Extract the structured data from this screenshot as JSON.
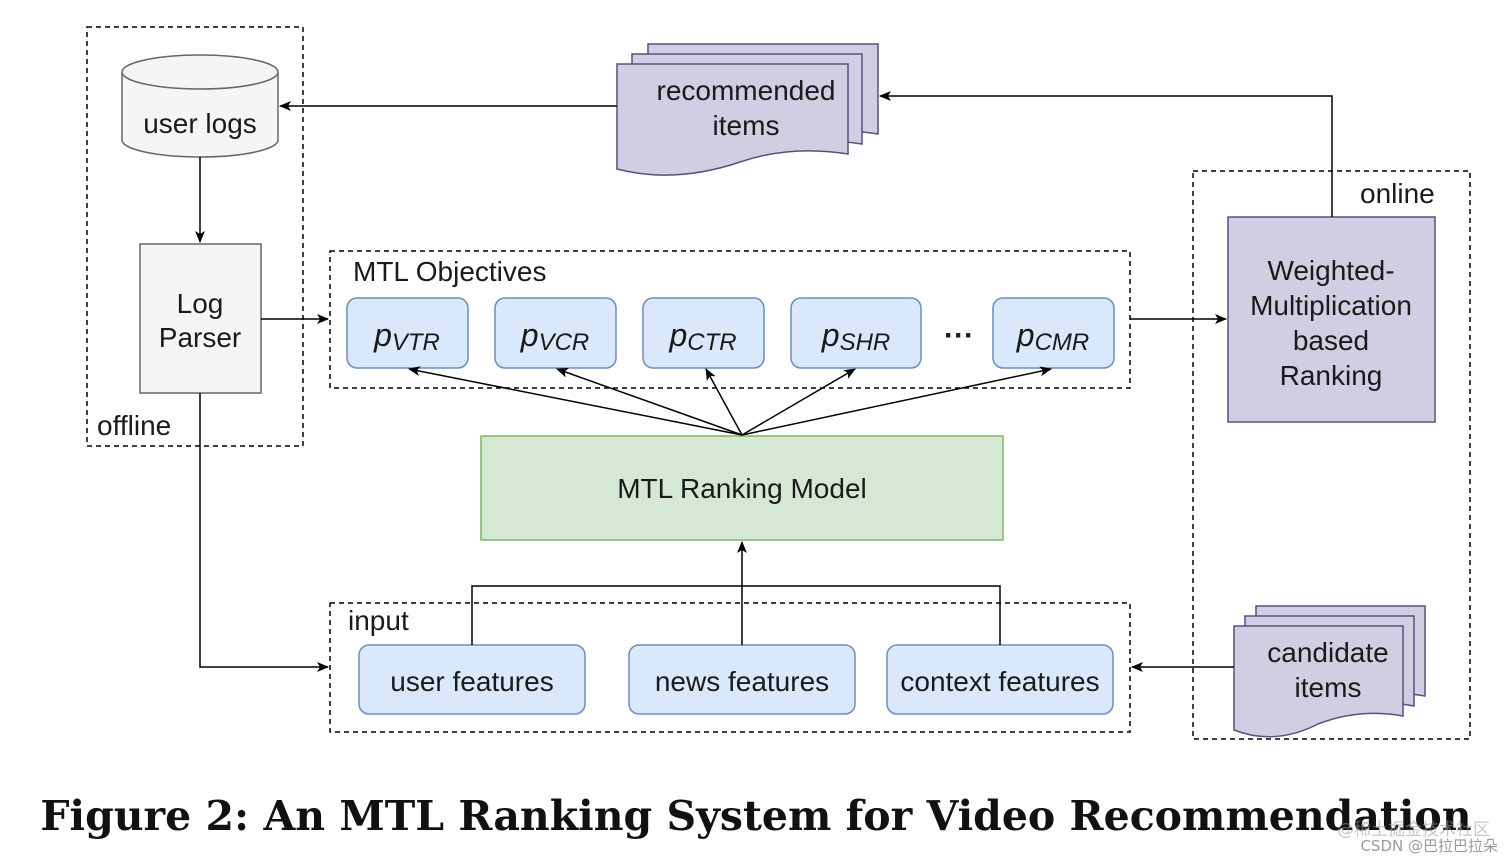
{
  "diagram": {
    "offline_label": "offline",
    "online_label": "online",
    "user_logs": "user logs",
    "log_parser": [
      "Log",
      "Parser"
    ],
    "recommended_items": [
      "recommended",
      "items"
    ],
    "candidate_items": [
      "candidate",
      "items"
    ],
    "mtl_objectives_label": "MTL Objectives",
    "objectives": [
      {
        "p": "p",
        "sub": "VTR"
      },
      {
        "p": "p",
        "sub": "VCR"
      },
      {
        "p": "p",
        "sub": "CTR"
      },
      {
        "p": "p",
        "sub": "SHR"
      },
      {
        "p": "p",
        "sub": "CMR"
      }
    ],
    "ellipsis": "···",
    "mtl_ranking_model": "MTL Ranking Model",
    "weighted_ranking": [
      "Weighted-",
      "Multiplication",
      "based",
      "Ranking"
    ],
    "input_label": "input",
    "features": [
      "user features",
      "news features",
      "context features"
    ]
  },
  "caption": "Figure 2: An MTL Ranking System for Video Recommendation",
  "watermark": [
    "@稀土掘金技术社区",
    "CSDN @巴拉巴拉朵"
  ],
  "colors": {
    "objective_fill": "#dae8fc",
    "objective_stroke": "#6c8ebf",
    "model_fill": "#d5e8d4",
    "model_stroke": "#82b366",
    "purple_fill": "#d0cee2",
    "purple_stroke": "#56517e",
    "parser_fill": "#f5f5f5",
    "line": "#000000"
  }
}
